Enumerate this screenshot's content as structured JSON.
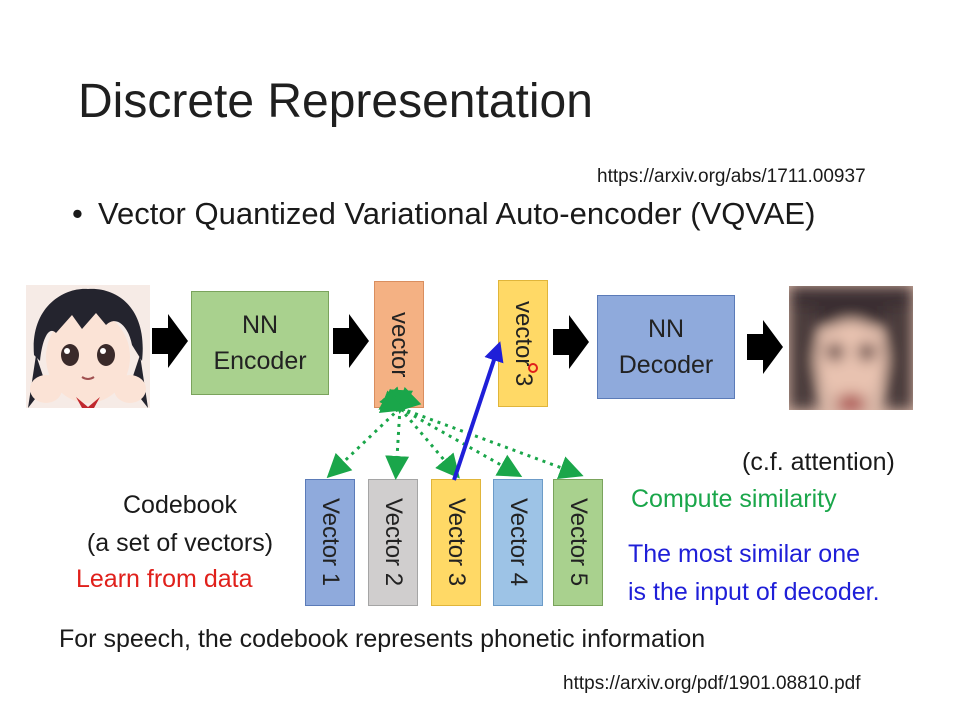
{
  "slide": {
    "title": "Discrete Representation",
    "ref_top": "https://arxiv.org/abs/1711.00937",
    "bullet_marker": "•",
    "bullet": "Vector Quantized Variational Auto-encoder (VQVAE)",
    "ref_bottom": "https://arxiv.org/pdf/1901.08810.pdf"
  },
  "diagram": {
    "encoder": [
      "NN",
      "Encoder"
    ],
    "encoder_vector": "vector",
    "selected_vector": "vector 3",
    "decoder": [
      "NN",
      "Decoder"
    ],
    "codebook_vectors": [
      "Vector 1",
      "Vector 2",
      "Vector 3",
      "Vector 4",
      "Vector 5"
    ],
    "codebook_label": [
      "Codebook",
      "(a set of vectors)"
    ],
    "learn_label": "Learn from data",
    "cf_label": "(c.f. attention)",
    "similarity_label": "Compute similarity",
    "most_similar": [
      "The most similar one",
      "is the input of decoder."
    ],
    "speech_note": "For speech, the codebook represents phonetic information"
  },
  "colors": {
    "similarity_green": "#1aa64a",
    "selection_blue": "#1f1fd8",
    "learn_red": "#e0201b"
  }
}
